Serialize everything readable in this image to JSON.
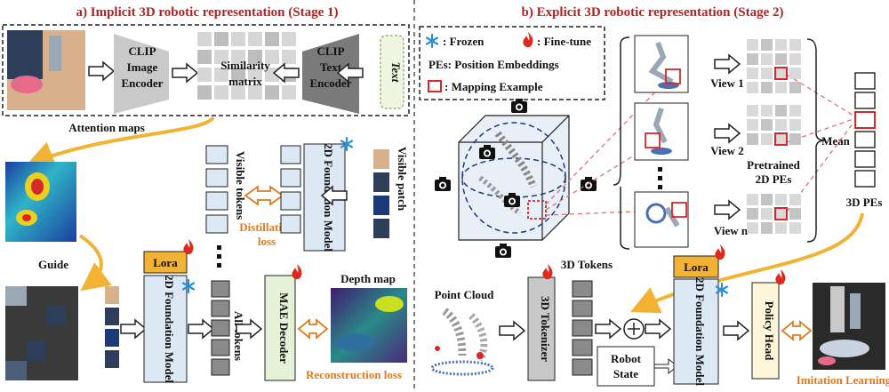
{
  "panel_a": {
    "title": "a) Implicit 3D robotic representation (Stage 1)",
    "clip_image_encoder": [
      "CLIP",
      "Image",
      "Encoder"
    ],
    "similarity_matrix": [
      "Similarity",
      "matrix"
    ],
    "clip_text_encoder": [
      "CLIP",
      "Text",
      "Encoder"
    ],
    "text": "Text",
    "attention_maps": "Attention maps",
    "guide": "Guide",
    "lora": "Lora",
    "foundation_model": "2D Foundation Model",
    "visible_tokens": "Visible tokens",
    "visible_patch": "Visible patch",
    "distillation_loss": [
      "Distillation",
      "loss"
    ],
    "all_tokens": "All tokens",
    "mae_decoder": "MAE Decoder",
    "depth_map": "Depth map",
    "reconstruction_loss": "Reconstruction loss"
  },
  "panel_b": {
    "title": "b) Explicit 3D robotic representation (Stage 2)",
    "legend": {
      "frozen": ": Frozen",
      "fine_tune": ": Fine-tune",
      "pes": "PEs: Position Embeddings",
      "mapping": ": Mapping Example"
    },
    "views": [
      "View 1",
      "View 2",
      "View n"
    ],
    "pretrained_pes": [
      "Pretrained",
      "2D PEs"
    ],
    "mean": "Mean",
    "pes_3d": "3D PEs",
    "point_cloud": "Point Cloud",
    "tokens_3d": "3D Tokens",
    "tokenizer_3d": "3D Tokenizer",
    "lora": "Lora",
    "foundation_model": "2D Foundation Model",
    "policy_head": "Policy Head",
    "robot_state": [
      "Robot",
      "State"
    ],
    "imitation_learning": "Imitation Learning"
  },
  "colors": {
    "title": "#b22222",
    "orange": "#e07a1f",
    "lora": "#f2b233",
    "foundation_fill": "#dde8f5",
    "decoder_fill": "#e6f2d8",
    "policy_fill": "#fdf6d8",
    "mapping_red": "#d62828",
    "frozen_blue": "#2a8fd8"
  }
}
